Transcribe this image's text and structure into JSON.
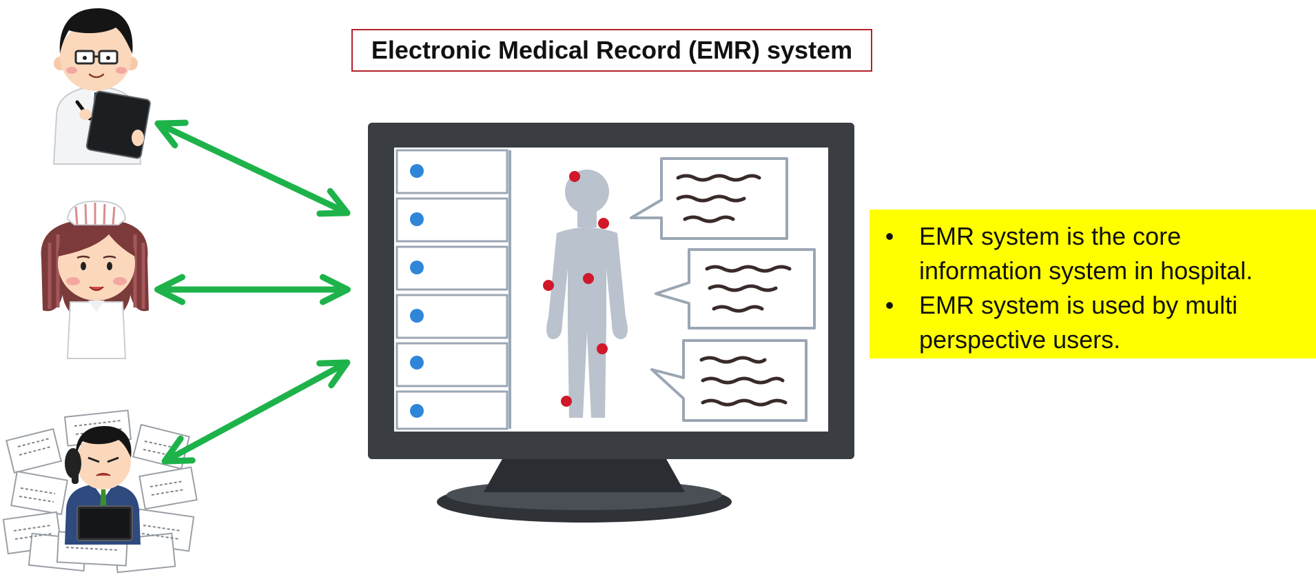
{
  "title": "Electronic Medical Record (EMR) system",
  "notes": [
    "EMR system is the core information system in hospital.",
    "EMR system is used by multi perspective users."
  ],
  "icons": {
    "users": [
      "doctor-with-clipboard-icon",
      "nurse-icon",
      "office-worker-with-papers-icon"
    ],
    "system": "emr-monitor-icon",
    "links": "green-double-arrow-icon"
  },
  "colors": {
    "arrow": "#1db34a",
    "title_border": "#b3202a",
    "note_background": "#ffff00",
    "monitor": "#3a3e43",
    "body_figure": "#b9c2cd",
    "marker_blue": "#2f86d8",
    "marker_red": "#d0182a",
    "scribble": "#3a2a2a"
  }
}
